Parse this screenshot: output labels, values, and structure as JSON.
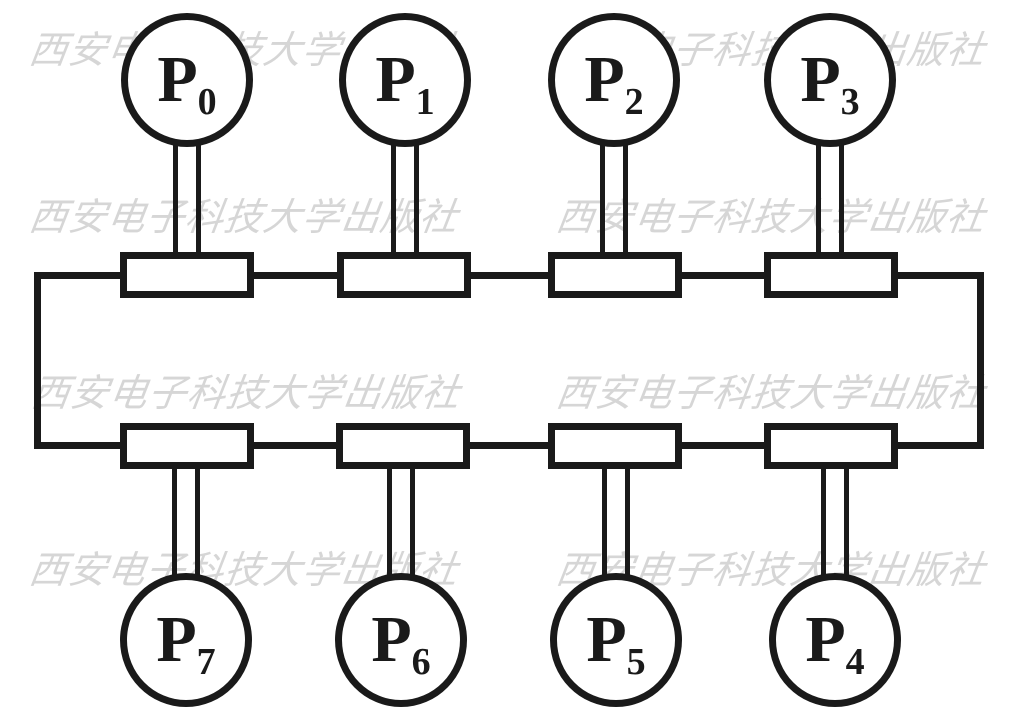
{
  "figure": {
    "description": "Ring network topology: 8 processors attached through ring interface units to a closed rectangular ring bus",
    "background_color": "#ffffff",
    "line_color": "#1a1a1a",
    "node_fill_color": "#ffffff"
  },
  "watermark": {
    "text": "西安电子科技大学出版社",
    "color": "#d6d6d6"
  },
  "nodes": [
    {
      "id": "P0",
      "label": "P",
      "subscript": "0",
      "row": "top"
    },
    {
      "id": "P1",
      "label": "P",
      "subscript": "1",
      "row": "top"
    },
    {
      "id": "P2",
      "label": "P",
      "subscript": "2",
      "row": "top"
    },
    {
      "id": "P3",
      "label": "P",
      "subscript": "3",
      "row": "top"
    },
    {
      "id": "P7",
      "label": "P",
      "subscript": "7",
      "row": "bottom"
    },
    {
      "id": "P6",
      "label": "P",
      "subscript": "6",
      "row": "bottom"
    },
    {
      "id": "P5",
      "label": "P",
      "subscript": "5",
      "row": "bottom"
    },
    {
      "id": "P4",
      "label": "P",
      "subscript": "4",
      "row": "bottom"
    }
  ]
}
